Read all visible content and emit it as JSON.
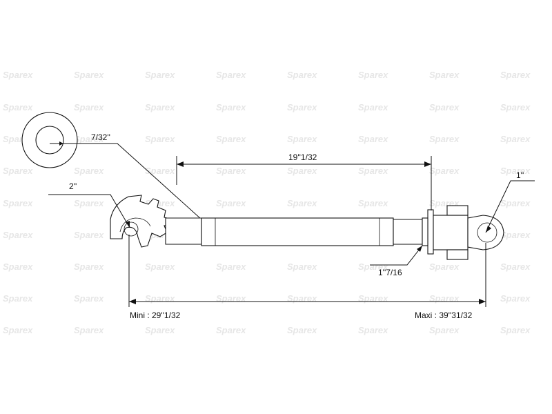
{
  "watermark": {
    "text": "Sparex"
  },
  "dimensions": {
    "hole_size": "7/32''",
    "hook_size": "2''",
    "tube_length": "19''1/32",
    "flange_size": "1''7/16",
    "eye_size": "1''",
    "min_length": "Mini : 29''1/32",
    "max_length": "Maxi : 39''31/32"
  },
  "colors": {
    "line": "#111111",
    "watermark": "#e6e6e6",
    "background": "#ffffff"
  }
}
